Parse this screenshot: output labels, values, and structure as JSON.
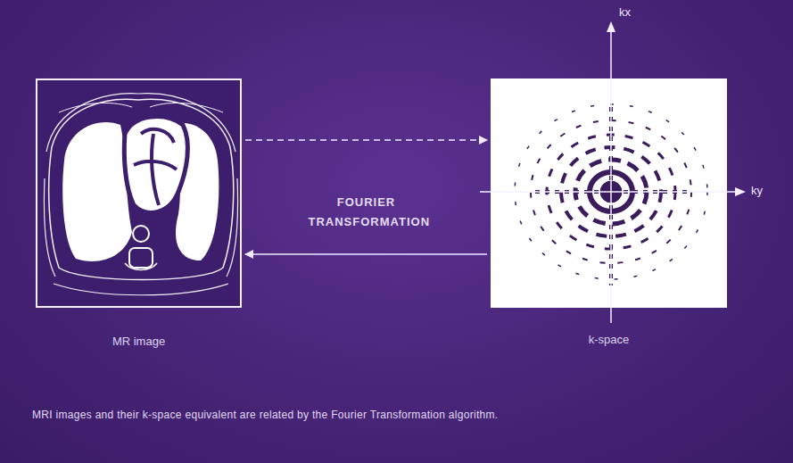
{
  "diagram": {
    "caption": "MRI images and their k-space equivalent are related by the Fourier Transformation algorithm.",
    "nodes": [
      {
        "text": [
          "MR image"
        ]
      },
      {
        "text": [
          "k-space"
        ]
      }
    ],
    "edges": [
      {
        "from": 0,
        "to": 1,
        "arrow": "to",
        "label": "FOURIER TRANSFORMATION"
      },
      {
        "from": 1,
        "to": 0,
        "arrow": "to"
      }
    ],
    "labels": [
      "kx",
      "ky"
    ]
  }
}
